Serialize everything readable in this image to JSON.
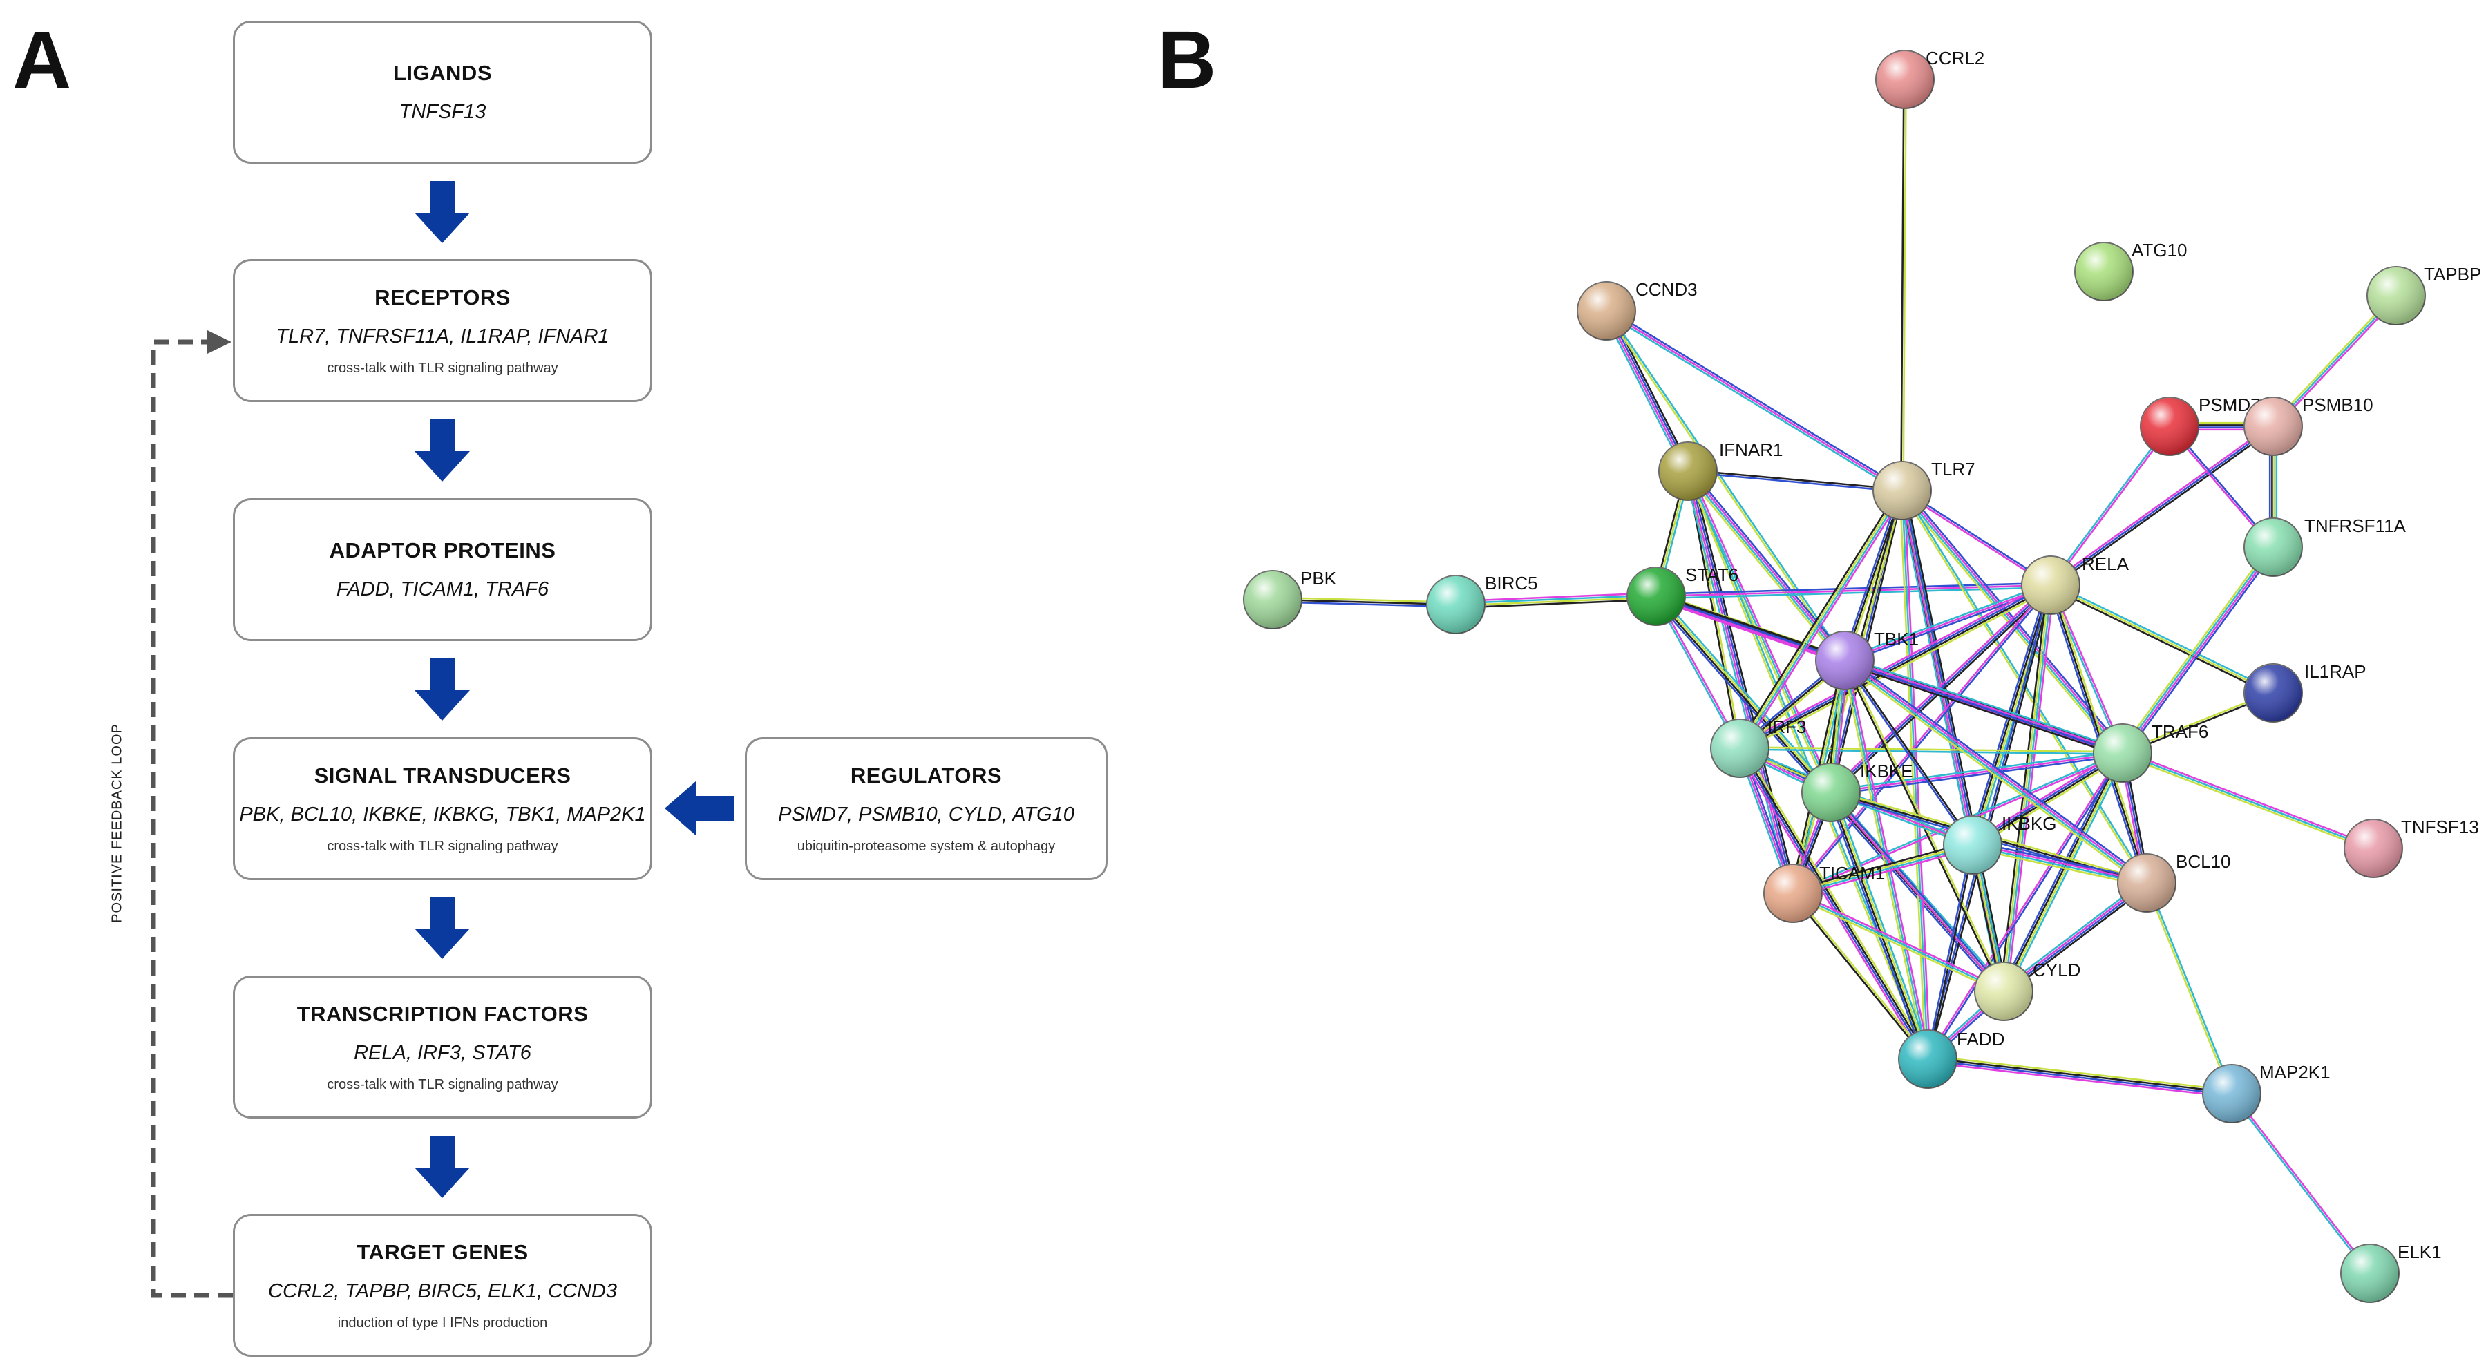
{
  "panels": {
    "a": "A",
    "b": "B"
  },
  "pathway": {
    "ligands": {
      "title": "LIGANDS",
      "genes": "TNFSF13",
      "note": ""
    },
    "receptors": {
      "title": "RECEPTORS",
      "genes": "TLR7, TNFRSF11A, IL1RAP, IFNAR1",
      "note": "cross-talk with TLR signaling pathway"
    },
    "adaptors": {
      "title": "ADAPTOR PROTEINS",
      "genes": "FADD, TICAM1, TRAF6",
      "note": ""
    },
    "transducers": {
      "title": "SIGNAL TRANSDUCERS",
      "genes": "PBK, BCL10, IKBKE, IKBKG, TBK1, MAP2K1",
      "note": "cross-talk with TLR signaling pathway"
    },
    "regulators": {
      "title": "REGULATORS",
      "genes": "PSMD7, PSMB10, CYLD, ATG10",
      "note": "ubiquitin-proteasome system & autophagy"
    },
    "transcription": {
      "title": "TRANSCRIPTION FACTORS",
      "genes": "RELA, IRF3, STAT6",
      "note": "cross-talk with TLR signaling pathway"
    },
    "targets": {
      "title": "TARGET GENES",
      "genes": "CCRL2, TAPBP, BIRC5, ELK1, CCND3",
      "note": "induction of type I IFNs production"
    },
    "feedback_label": "POSITIVE FEEDBACK LOOP"
  },
  "colors": {
    "arrow": "#0a3a9e",
    "feedback": "#555555",
    "box_border": "#8c8c8c"
  },
  "network": {
    "nodes": [
      {
        "id": "CCRL2",
        "color": "#e88d8d"
      },
      {
        "id": "ATG10",
        "color": "#a8df7a"
      },
      {
        "id": "TAPBP",
        "color": "#b5e09a"
      },
      {
        "id": "CCND3",
        "color": "#d9b08a"
      },
      {
        "id": "PSMD7",
        "color": "#e8303a"
      },
      {
        "id": "PSMB10",
        "color": "#e8b0a8"
      },
      {
        "id": "IFNAR1",
        "color": "#a8a040"
      },
      {
        "id": "TLR7",
        "color": "#d8caa0"
      },
      {
        "id": "TNFRSF11A",
        "color": "#88dfb0"
      },
      {
        "id": "PBK",
        "color": "#9fd89a"
      },
      {
        "id": "BIRC5",
        "color": "#70dcc0"
      },
      {
        "id": "STAT6",
        "color": "#22aa33"
      },
      {
        "id": "RELA",
        "color": "#e0dca0"
      },
      {
        "id": "TBK1",
        "color": "#a880e8"
      },
      {
        "id": "IL1RAP",
        "color": "#3040a8"
      },
      {
        "id": "IRF3",
        "color": "#90e0c0"
      },
      {
        "id": "TRAF6",
        "color": "#98e0a8"
      },
      {
        "id": "IKBKE",
        "color": "#80d890"
      },
      {
        "id": "IKBKG",
        "color": "#90e8e0"
      },
      {
        "id": "TNFSF13",
        "color": "#e89aa8"
      },
      {
        "id": "TICAM1",
        "color": "#e8a888"
      },
      {
        "id": "BCL10",
        "color": "#d8b098"
      },
      {
        "id": "CYLD",
        "color": "#e0e8a8"
      },
      {
        "id": "FADD",
        "color": "#30b8c0"
      },
      {
        "id": "MAP2K1",
        "color": "#78b8d8"
      },
      {
        "id": "ELK1",
        "color": "#80d8b0"
      }
    ],
    "edges": [
      [
        "CCRL2",
        "TLR7"
      ],
      [
        "TAPBP",
        "PSMB10"
      ],
      [
        "CCND3",
        "IFNAR1"
      ],
      [
        "CCND3",
        "TBK1"
      ],
      [
        "CCND3",
        "TLR7"
      ],
      [
        "PSMD7",
        "PSMB10"
      ],
      [
        "PSMD7",
        "RELA"
      ],
      [
        "PSMB10",
        "RELA"
      ],
      [
        "PSMB10",
        "TNFRSF11A"
      ],
      [
        "PSMD7",
        "TNFRSF11A"
      ],
      [
        "PBK",
        "BIRC5"
      ],
      [
        "BIRC5",
        "STAT6"
      ],
      [
        "IFNAR1",
        "TLR7"
      ],
      [
        "IFNAR1",
        "STAT6"
      ],
      [
        "IFNAR1",
        "TBK1"
      ],
      [
        "IFNAR1",
        "IRF3"
      ],
      [
        "IFNAR1",
        "IKBKE"
      ],
      [
        "IFNAR1",
        "TICAM1"
      ],
      [
        "IFNAR1",
        "FADD"
      ],
      [
        "STAT6",
        "RELA"
      ],
      [
        "STAT6",
        "TBK1"
      ],
      [
        "STAT6",
        "IRF3"
      ],
      [
        "STAT6",
        "TRAF6"
      ],
      [
        "STAT6",
        "CYLD"
      ],
      [
        "TLR7",
        "RELA"
      ],
      [
        "TLR7",
        "TBK1"
      ],
      [
        "TLR7",
        "IRF3"
      ],
      [
        "TLR7",
        "IKBKE"
      ],
      [
        "TLR7",
        "IKBKG"
      ],
      [
        "TLR7",
        "TRAF6"
      ],
      [
        "TLR7",
        "TICAM1"
      ],
      [
        "TLR7",
        "FADD"
      ],
      [
        "TLR7",
        "CYLD"
      ],
      [
        "TLR7",
        "BCL10"
      ],
      [
        "RELA",
        "TBK1"
      ],
      [
        "RELA",
        "IRF3"
      ],
      [
        "RELA",
        "TRAF6"
      ],
      [
        "RELA",
        "IKBKE"
      ],
      [
        "RELA",
        "IKBKG"
      ],
      [
        "RELA",
        "TICAM1"
      ],
      [
        "RELA",
        "BCL10"
      ],
      [
        "RELA",
        "CYLD"
      ],
      [
        "RELA",
        "FADD"
      ],
      [
        "RELA",
        "IL1RAP"
      ],
      [
        "TNFRSF11A",
        "TRAF6"
      ],
      [
        "TRAF6",
        "IL1RAP"
      ],
      [
        "TRAF6",
        "TNFSF13"
      ],
      [
        "TRAF6",
        "TBK1"
      ],
      [
        "TRAF6",
        "IRF3"
      ],
      [
        "TRAF6",
        "IKBKE"
      ],
      [
        "TRAF6",
        "IKBKG"
      ],
      [
        "TRAF6",
        "TICAM1"
      ],
      [
        "TRAF6",
        "BCL10"
      ],
      [
        "TRAF6",
        "CYLD"
      ],
      [
        "TRAF6",
        "FADD"
      ],
      [
        "TBK1",
        "IRF3"
      ],
      [
        "TBK1",
        "IKBKE"
      ],
      [
        "TBK1",
        "IKBKG"
      ],
      [
        "TBK1",
        "TICAM1"
      ],
      [
        "TBK1",
        "BCL10"
      ],
      [
        "TBK1",
        "CYLD"
      ],
      [
        "TBK1",
        "FADD"
      ],
      [
        "IRF3",
        "IKBKE"
      ],
      [
        "IRF3",
        "IKBKG"
      ],
      [
        "IRF3",
        "TICAM1"
      ],
      [
        "IRF3",
        "FADD"
      ],
      [
        "IKBKE",
        "IKBKG"
      ],
      [
        "IKBKE",
        "TICAM1"
      ],
      [
        "IKBKE",
        "FADD"
      ],
      [
        "IKBKE",
        "CYLD"
      ],
      [
        "IKBKE",
        "BCL10"
      ],
      [
        "IKBKG",
        "TICAM1"
      ],
      [
        "IKBKG",
        "FADD"
      ],
      [
        "IKBKG",
        "CYLD"
      ],
      [
        "IKBKG",
        "BCL10"
      ],
      [
        "TICAM1",
        "FADD"
      ],
      [
        "TICAM1",
        "CYLD"
      ],
      [
        "BCL10",
        "CYLD"
      ],
      [
        "BCL10",
        "MAP2K1"
      ],
      [
        "CYLD",
        "FADD"
      ],
      [
        "FADD",
        "MAP2K1"
      ],
      [
        "MAP2K1",
        "ELK1"
      ]
    ]
  }
}
